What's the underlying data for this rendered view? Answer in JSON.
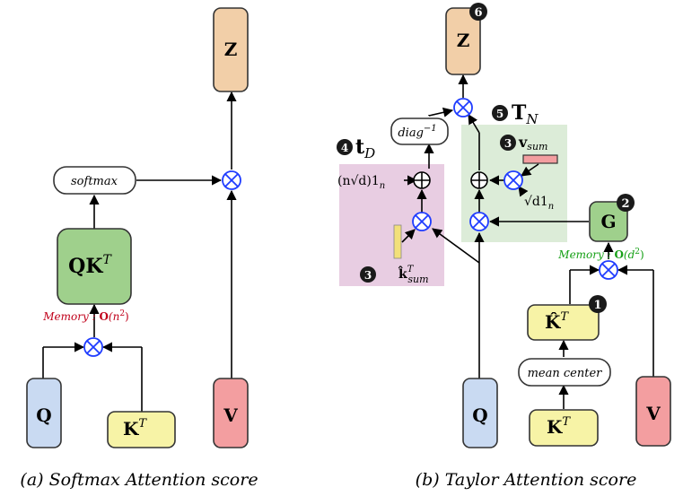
{
  "colors": {
    "blue": "#c9daf2",
    "yellow": "#f7f3a6",
    "green": "#9fd08c",
    "orange": "#f2cfa8",
    "red": "#f39ea0",
    "purple_region": "#e8cde2",
    "green_region": "#dcecd8",
    "operator": "#1f3cff",
    "memory_red": "#c0001a",
    "memory_green": "#16a016",
    "badge": "#1a1a1a"
  },
  "left": {
    "q": "Q",
    "kt_base": "K",
    "kt_sup": "T",
    "qkt_base": "QK",
    "qkt_sup": "T",
    "softmax": "softmax",
    "memory_label": "Memory : ",
    "memory_o": "O",
    "memory_arg": "(n",
    "memory_sup": "2",
    "memory_close": ")",
    "v": "V",
    "z": "Z",
    "caption": "(a) Softmax Attention score"
  },
  "right": {
    "z": "Z",
    "badge_z": "6",
    "tn_badge": "5",
    "tn_main": "T",
    "tn_sub": "N",
    "td_badge": "4",
    "td_main": "t",
    "td_sub": "D",
    "diag_base": "diag",
    "diag_sup": "−1",
    "vsum_badge": "3",
    "vsum_main": "v",
    "vsum_sub": "sum",
    "sqrtd_label": "√d1",
    "sqrtd_sub": "n",
    "nsqrtd_label": "(n√d)1",
    "nsqrtd_sub": "n",
    "ksum_badge": "3",
    "ksum_main": "k̂",
    "ksum_sup": "T",
    "ksum_sub": "sum",
    "g": "G",
    "g_badge": "2",
    "memory_label": "Memory : ",
    "memory_o": "O",
    "memory_arg": "(d",
    "memory_sup": "2",
    "memory_close": ")",
    "khat_base": "K̂",
    "khat_sup": "T",
    "khat_badge": "1",
    "mean_center": "mean center",
    "kt_base": "K",
    "kt_sup": "T",
    "q": "Q",
    "v": "V",
    "caption": "(b) Taylor Attention score"
  }
}
